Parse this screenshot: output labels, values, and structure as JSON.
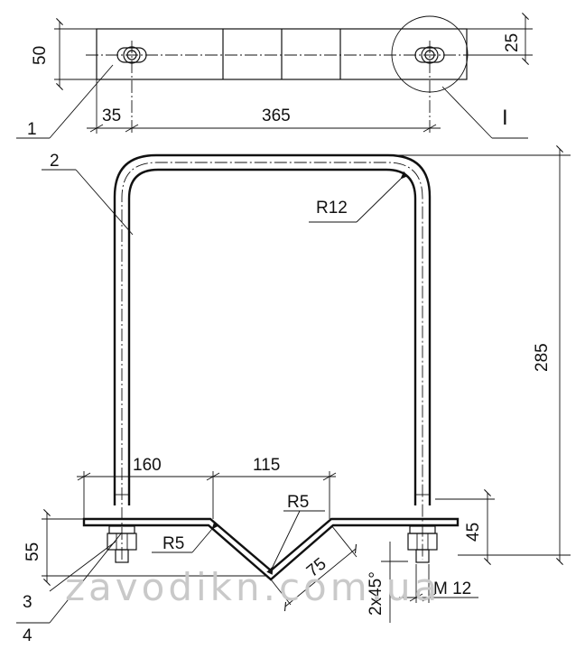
{
  "dims": {
    "d50": "50",
    "d25": "25",
    "d35": "35",
    "d365": "365",
    "d285": "285",
    "d160": "160",
    "d115": "115",
    "d45": "45",
    "d55": "55",
    "d75": "75",
    "r12": "R12",
    "r5_left": "R5",
    "r5_top": "R5",
    "chamfer": "2x45°",
    "thread": "M 12"
  },
  "callouts": {
    "item1": "1",
    "item2": "2",
    "item3": "3",
    "item4": "4",
    "detail": "I"
  },
  "watermark": "zavodikn.com.ua"
}
